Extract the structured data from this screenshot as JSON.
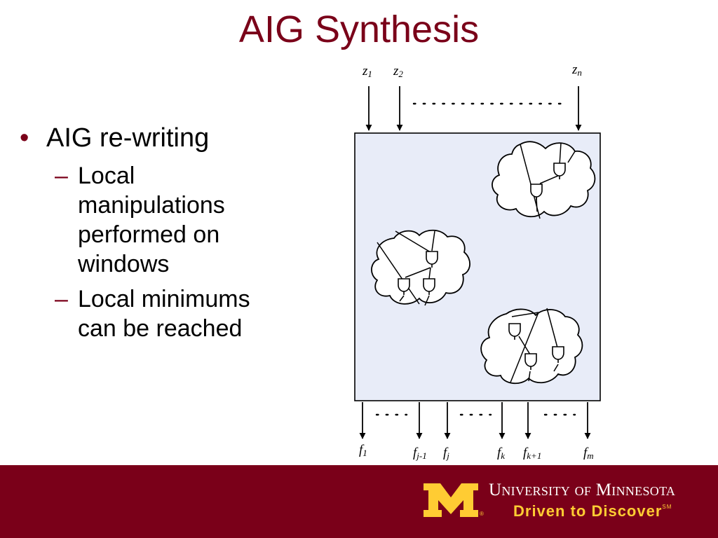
{
  "slide": {
    "title": "AIG Synthesis",
    "bullet_marker": "•",
    "dash_marker": "–",
    "bullet": "AIG re-writing",
    "sub_bullets": [
      "Local manipulations performed on windows",
      "Local minimums can be reached"
    ]
  },
  "diagram": {
    "inputs": [
      {
        "base": "z",
        "sub": "1"
      },
      {
        "base": "z",
        "sub": "2"
      },
      {
        "base": "z",
        "sub": "n"
      }
    ],
    "outputs": [
      {
        "base": "f",
        "sub": "1"
      },
      {
        "base": "f",
        "sub": "j-1"
      },
      {
        "base": "f",
        "sub": "j"
      },
      {
        "base": "f",
        "sub": "k"
      },
      {
        "base": "f",
        "sub": "k+1"
      },
      {
        "base": "f",
        "sub": "m"
      }
    ],
    "colors": {
      "box_fill": "#e8ecf8",
      "stroke": "#000000"
    }
  },
  "footer": {
    "university": "University of Minnesota",
    "tagline": "Driven to Discover",
    "service_mark": "SM",
    "registered_mark": "®",
    "colors": {
      "maroon": "#7a0019",
      "gold": "#ffcc33"
    }
  }
}
